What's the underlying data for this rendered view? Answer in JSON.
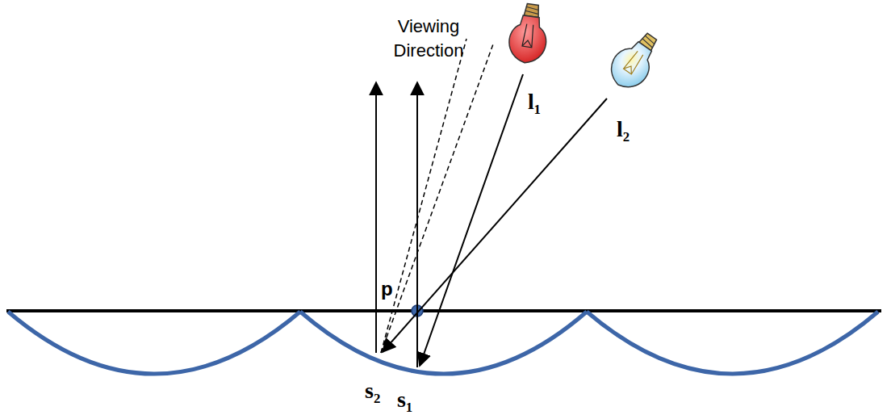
{
  "diagram": {
    "labels": [
      "Viewing Direction",
      "p",
      "l₁",
      "l₂",
      "s₂",
      "s₁"
    ]
  }
}
